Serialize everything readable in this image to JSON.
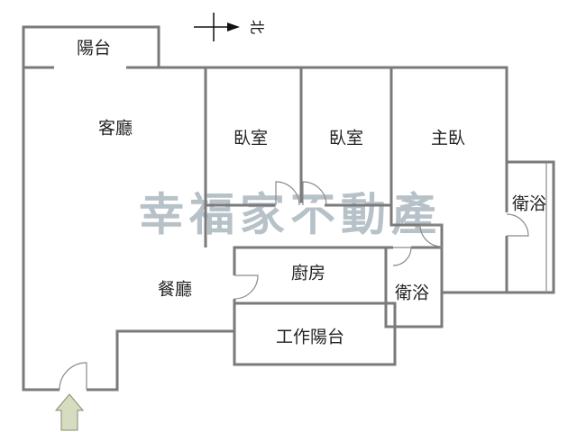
{
  "rooms": {
    "balcony": "陽台",
    "living_room": "客廳",
    "bedroom_1": "臥室",
    "bedroom_2": "臥室",
    "master_bedroom": "主臥",
    "bathroom_right": "衛浴",
    "kitchen": "廚房",
    "dining_room": "餐廳",
    "bathroom_middle": "衛浴",
    "utility_balcony": "工作陽台"
  },
  "compass": {
    "north_label": "北"
  },
  "watermark": "幸福家不動產",
  "colors": {
    "wall": "#7a7a7a",
    "watermark": "#aab6be",
    "entrance_arrow": "#d6dcc0"
  }
}
